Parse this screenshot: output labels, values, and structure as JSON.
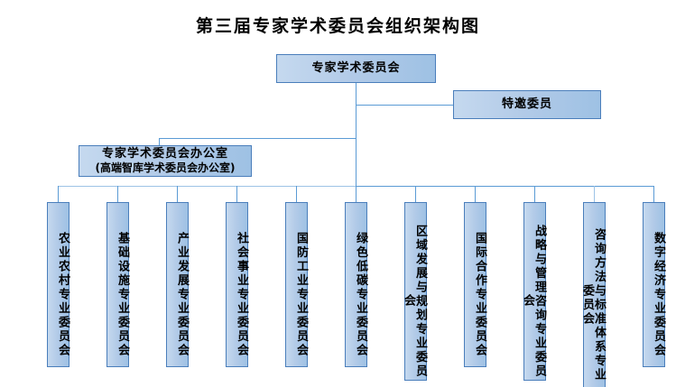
{
  "chart": {
    "title": "第三届专家学术委员会组织架构图",
    "type": "org-chart",
    "colors": {
      "box_fill_light": "#c5d9ef",
      "box_fill_dark": "#9ec1e4",
      "box_border": "#4a7ebb",
      "connector": "#5b9bd5",
      "connector_pale": "#9dc3e6",
      "text": "#000000",
      "background": "#ffffff"
    },
    "root": {
      "label": "专家学术委员会"
    },
    "advisory": {
      "label": "特邀委员"
    },
    "office": {
      "line1": "专家学术委员会办公室",
      "line2": "(高端智库学术委员会办公室)"
    },
    "committees": [
      {
        "label": "农业农村专业委员会"
      },
      {
        "label": "基础设施专业委员会"
      },
      {
        "label": "产业发展专业委员会"
      },
      {
        "label": "社会事业专业委员会"
      },
      {
        "label": "国防工业专业委员会"
      },
      {
        "label": "绿色低碳专业委员会"
      },
      {
        "label": "区域发展与规划专业委员会"
      },
      {
        "label": "国际合作专业委员会"
      },
      {
        "label": "战略与管理咨询专业委员会"
      },
      {
        "label": "咨询方法与标准体系专业委员会"
      },
      {
        "label": "数字经济专业委员会"
      }
    ]
  }
}
